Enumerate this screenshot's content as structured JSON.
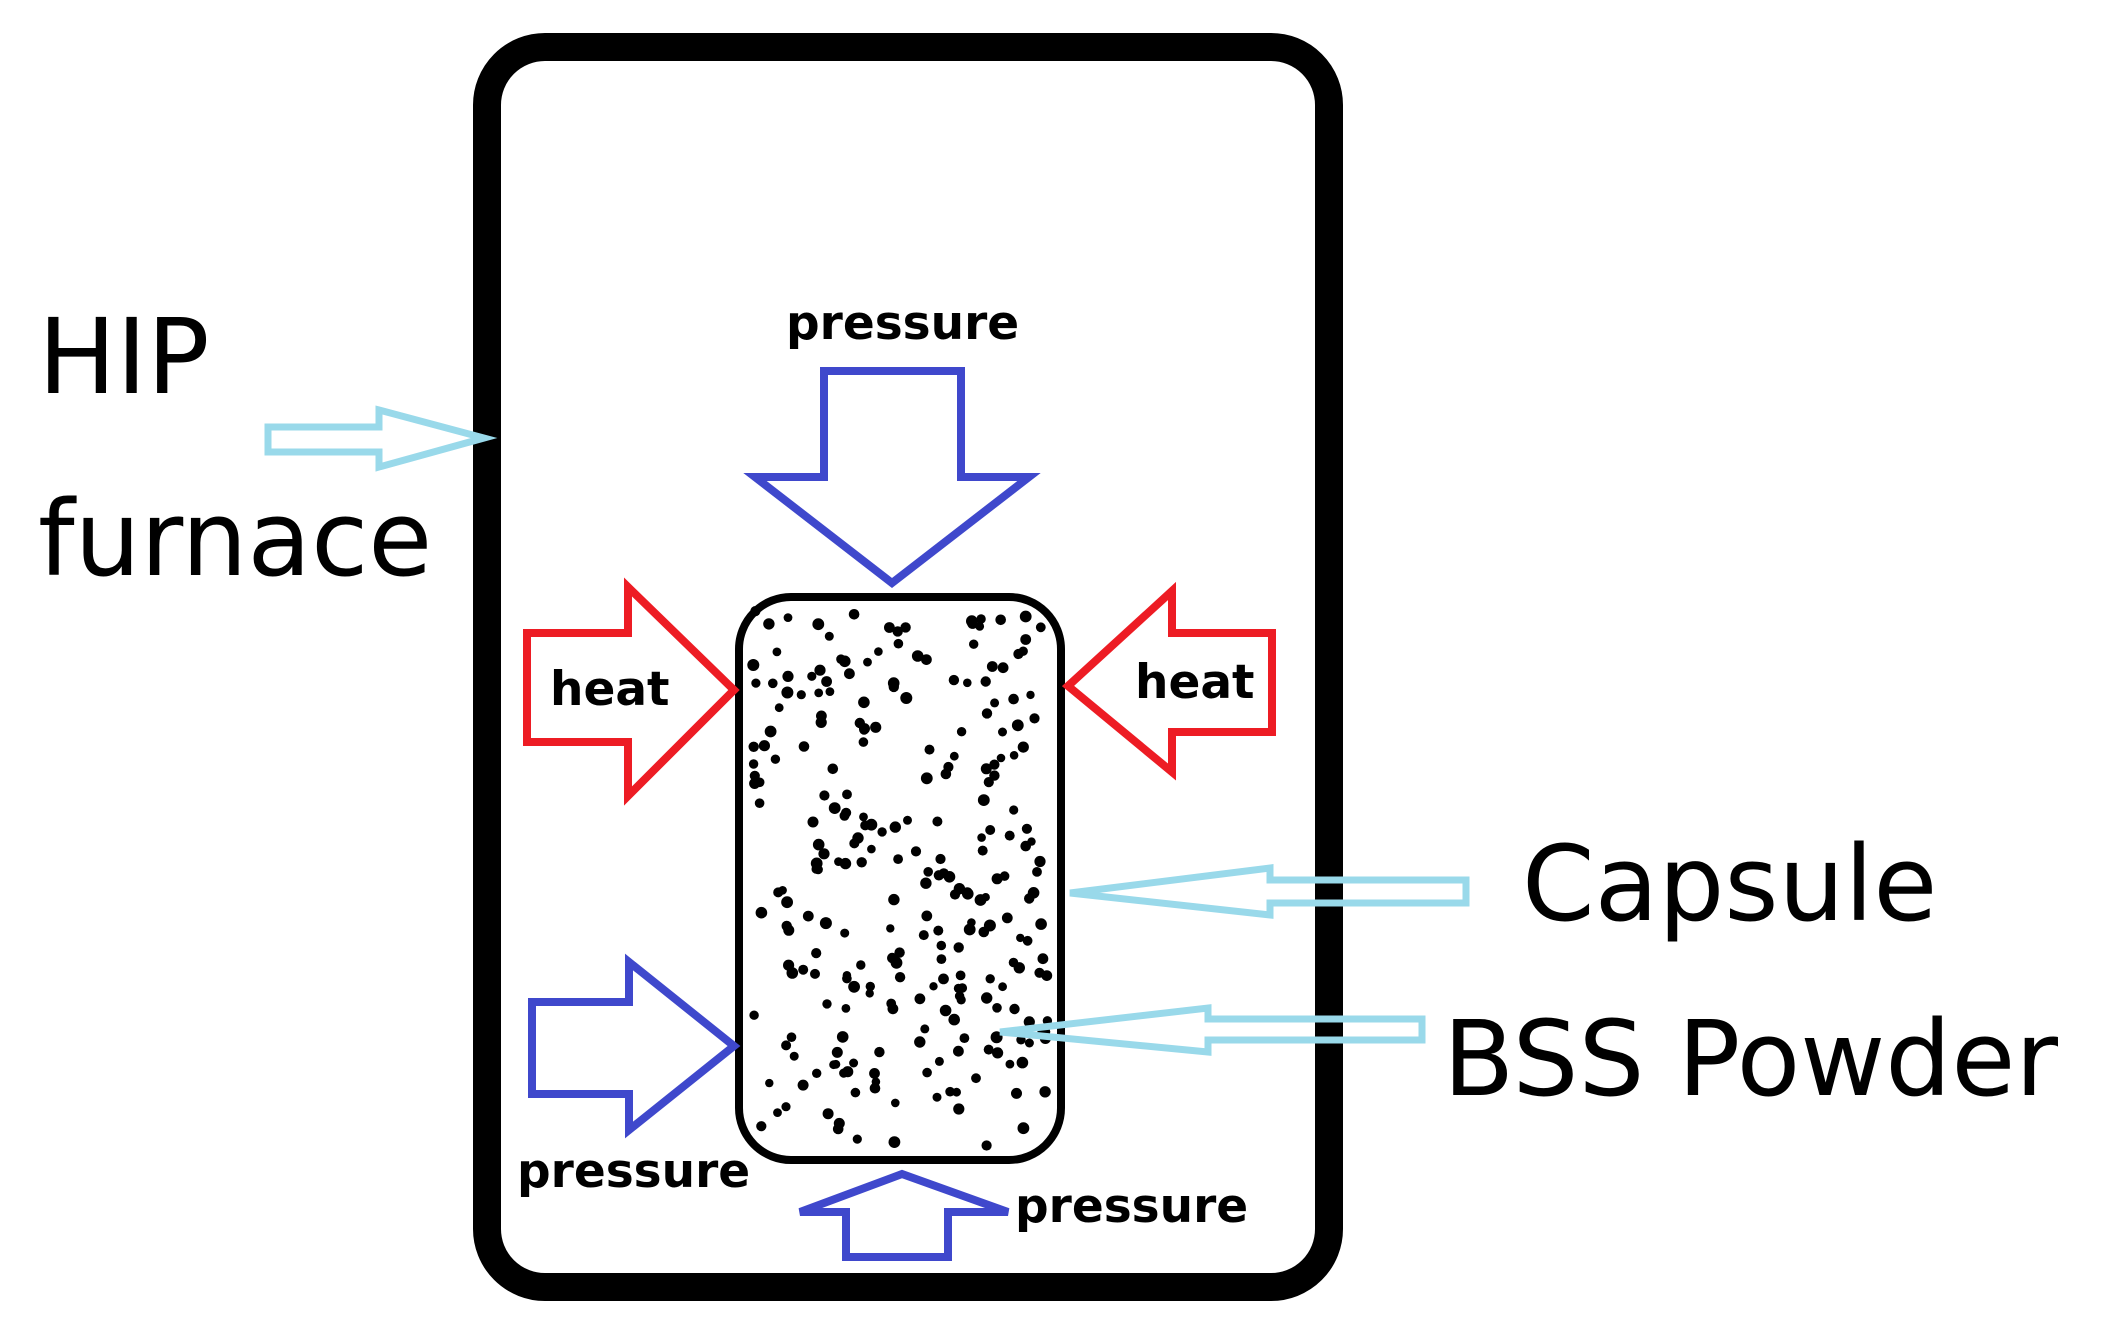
{
  "labels": {
    "hip_line1": "HIP",
    "hip_line2": "furnace",
    "capsule": "Capsule",
    "powder": "BSS Powder",
    "pressure_top": "pressure",
    "pressure_left": "pressure",
    "pressure_bottom": "pressure",
    "heat_left": "heat",
    "heat_right": "heat"
  },
  "colors": {
    "outline": "#000000",
    "pressure_arrow": "#3f48cc",
    "heat_arrow": "#ed1c24",
    "pointer_arrow": "#99d9ea",
    "background": "#ffffff"
  }
}
